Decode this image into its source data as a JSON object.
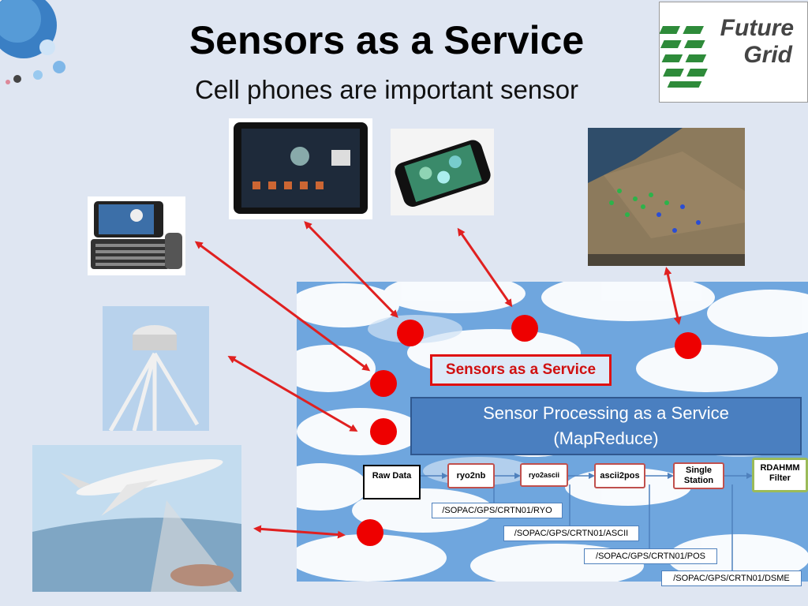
{
  "slide": {
    "title": "Sensors as a Service",
    "subtitle": "Cell phones are important sensor"
  },
  "logo": {
    "line1": "Future",
    "line2": "Grid"
  },
  "diagram": {
    "saas_label": "Sensors as a Service",
    "processing_line1": "Sensor Processing as a Service",
    "processing_line2": "(MapReduce)",
    "steps": [
      "Raw Data",
      "ryo2nb",
      "ryo2ascii",
      "ascii2pos",
      "Single Station",
      "RDAHMM Filter"
    ],
    "paths": [
      "/SOPAC/GPS/CRTN01/RYO",
      "/SOPAC/GPS/CRTN01/ASCII",
      "/SOPAC/GPS/CRTN01/POS",
      "/SOPAC/GPS/CRTN01/DSME"
    ]
  },
  "colors": {
    "arrow": "#e02020",
    "dot": "#ee0000",
    "processing_box": "#4a7fc0",
    "step_border": "#c0504d",
    "filter_border": "#9bbb59"
  },
  "icons": [
    "globe-icon",
    "tablet-image",
    "smartphone-image",
    "slider-phone-image",
    "gps-antenna-image",
    "satellite-map-image",
    "airplane-image"
  ]
}
